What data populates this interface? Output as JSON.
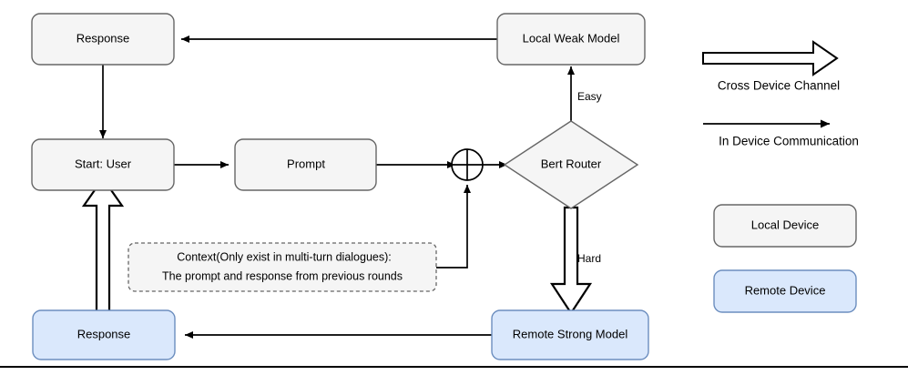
{
  "diagram": {
    "title": "LLM routing between local and remote devices",
    "colors": {
      "local_fill": "#f5f5f5",
      "local_stroke": "#666666",
      "remote_fill": "#dae8fc",
      "remote_stroke": "#6c8ebf",
      "edge": "#000000"
    },
    "nodes": {
      "response_top": "Response",
      "local_weak_model": "Local Weak Model",
      "start_user": "Start: User",
      "prompt": "Prompt",
      "bert_router": "Bert Router",
      "remote_strong_model": "Remote Strong Model",
      "response_bottom": "Response",
      "context_line1": "Context(Only exist in multi-turn dialogues):",
      "context_line2": "The prompt and response from previous rounds"
    },
    "edge_labels": {
      "easy": "Easy",
      "hard": "Hard"
    },
    "legend": {
      "cross_device_channel": "Cross Device Channel",
      "in_device_communication": "In Device Communication",
      "local_device": "Local Device",
      "remote_device": "Remote Device"
    }
  }
}
